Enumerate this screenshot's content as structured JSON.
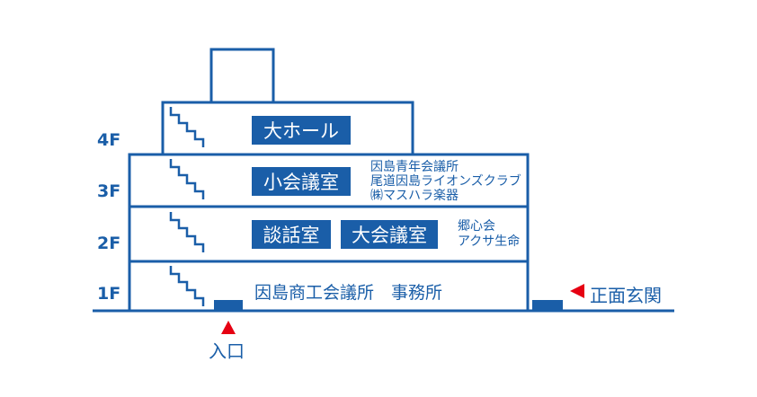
{
  "colors": {
    "primary": "#1a5ea8",
    "marker": "#e60012",
    "background": "#ffffff"
  },
  "floors": {
    "f4": "4F",
    "f3": "3F",
    "f2": "2F",
    "f1": "1F"
  },
  "rooms": {
    "hall": "大ホール",
    "small_meeting": "小会議室",
    "talk_room": "談話室",
    "large_meeting": "大会議室"
  },
  "tenants_3f": [
    "因島青年会議所",
    "尾道因島ライオンズクラブ",
    "㈱マスハラ楽器"
  ],
  "tenants_2f": [
    "郷心会",
    "アクサ生命"
  ],
  "office_1f": "因島商工会議所　事務所",
  "entrance": "入口",
  "main_entrance": "正面玄関"
}
